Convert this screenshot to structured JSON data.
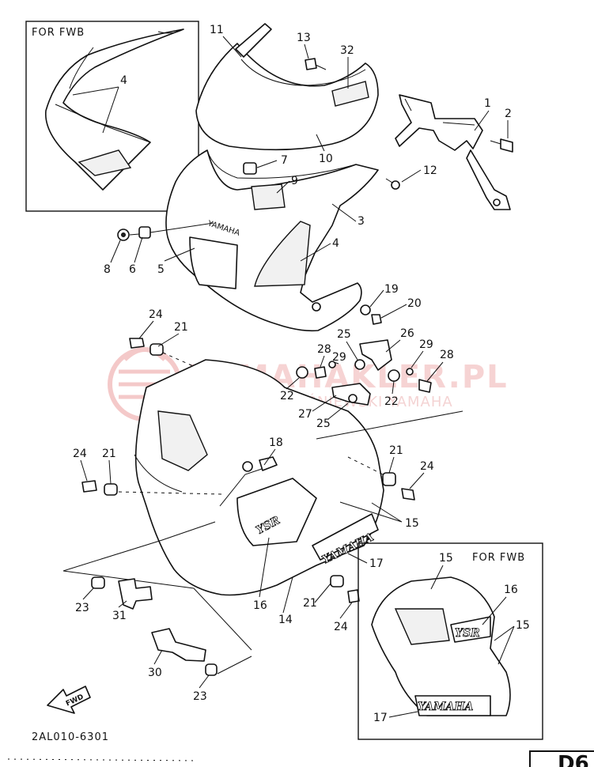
{
  "inset_top": {
    "title": "FOR FWB",
    "callouts": [
      "4"
    ]
  },
  "inset_bottom": {
    "title": "FOR FWB",
    "callouts": [
      "15",
      "16",
      "15",
      "17"
    ]
  },
  "callouts": {
    "c11": "11",
    "c13": "13",
    "c32": "32",
    "c1": "1",
    "c2": "2",
    "c10": "10",
    "c7": "7",
    "c12": "12",
    "c9": "9",
    "c3": "3",
    "c8": "8",
    "c6": "6",
    "c5": "5",
    "c4": "4",
    "c19": "19",
    "c20": "20",
    "c24a": "24",
    "c21a": "21",
    "c25a": "25",
    "c26": "26",
    "c28a": "28",
    "c29a": "29",
    "c29b": "29",
    "c28b": "28",
    "c22a": "22",
    "c22b": "22",
    "c27": "27",
    "c25b": "25",
    "c18": "18",
    "c24b": "24",
    "c21b": "21",
    "c21c": "21",
    "c24c": "24",
    "c15": "15",
    "c17": "17",
    "c16": "16",
    "c14": "14",
    "c21d": "21",
    "c24d": "24",
    "c23a": "23",
    "c31": "31",
    "c30": "30",
    "c23b": "23"
  },
  "decals": {
    "yamaha": "YAMAHA",
    "ysr": "YSR",
    "fwd": "FWD"
  },
  "footer": {
    "code": "2AL010-6301",
    "page_tab": "D6"
  },
  "watermark": {
    "main": "YAMAHAKLER.PL",
    "sub": "WOJCIECH WIŚNIEWSKI YAMAHA"
  }
}
